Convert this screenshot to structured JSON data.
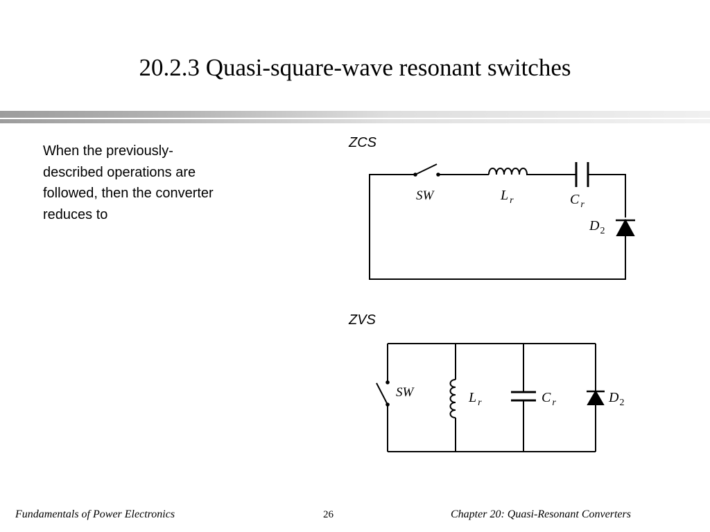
{
  "slide": {
    "title": "20.2.3  Quasi-square-wave resonant switches",
    "body_text": "When the previously-described operations are followed, then the converter reduces to"
  },
  "figures": {
    "zcs": {
      "label": "ZCS",
      "sw": "SW",
      "lr_main": "L",
      "lr_sub": "r",
      "cr_main": "C",
      "cr_sub": "r",
      "d2_main": "D",
      "d2_sub": "2"
    },
    "zvs": {
      "label": "ZVS",
      "sw": "SW",
      "lr_main": "L",
      "lr_sub": "r",
      "cr_main": "C",
      "cr_sub": "r",
      "d2_main": "D",
      "d2_sub": "2"
    }
  },
  "footer": {
    "left": "Fundamentals of Power Electronics",
    "page": "26",
    "right": "Chapter 20:  Quasi-Resonant Converters"
  },
  "colors": {
    "rule": "#b4b4b4",
    "ink": "#000000"
  }
}
